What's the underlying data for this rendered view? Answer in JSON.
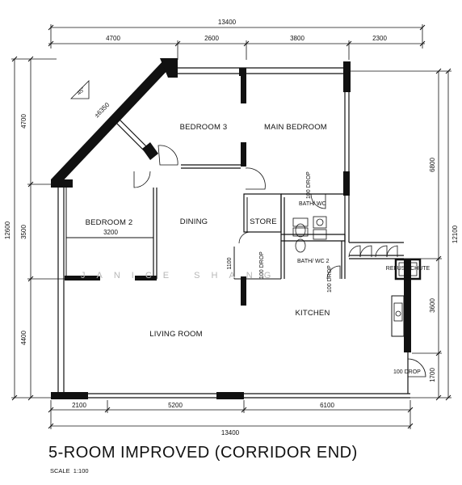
{
  "plan": {
    "title": "5-ROOM IMPROVED (CORRIDOR END)",
    "scale_label": "SCALE",
    "scale_value": "1:100",
    "watermark": "JANICE SHANG"
  },
  "dimensions": {
    "top_total": "13400",
    "top_segments": [
      "4700",
      "2600",
      "3800",
      "2300"
    ],
    "bottom_segments": [
      "2100",
      "5200",
      "6100"
    ],
    "bottom_total": "13400",
    "left_total": "12600",
    "left_segments": [
      "4700",
      "3500",
      "4400"
    ],
    "right_inner": "6800",
    "right_outer": "12100",
    "right_lower": [
      "3600",
      "1700"
    ],
    "diagonal": "±6350",
    "angle": "45°",
    "bedroom2_width": "3200",
    "store_dim": "1100"
  },
  "rooms": {
    "bedroom3": "BEDROOM 3",
    "main_bedroom": "MAIN BEDROOM",
    "bedroom2": "BEDROOM 2",
    "dining": "DINING",
    "store": "STORE",
    "bath1": "BATH/ WC",
    "bath2": "BATH/ WC 2",
    "kitchen": "KITCHEN",
    "living": "LIVING ROOM",
    "refuse": "REFUSE CHUTE"
  },
  "annotations": {
    "drop": "100 DROP"
  }
}
